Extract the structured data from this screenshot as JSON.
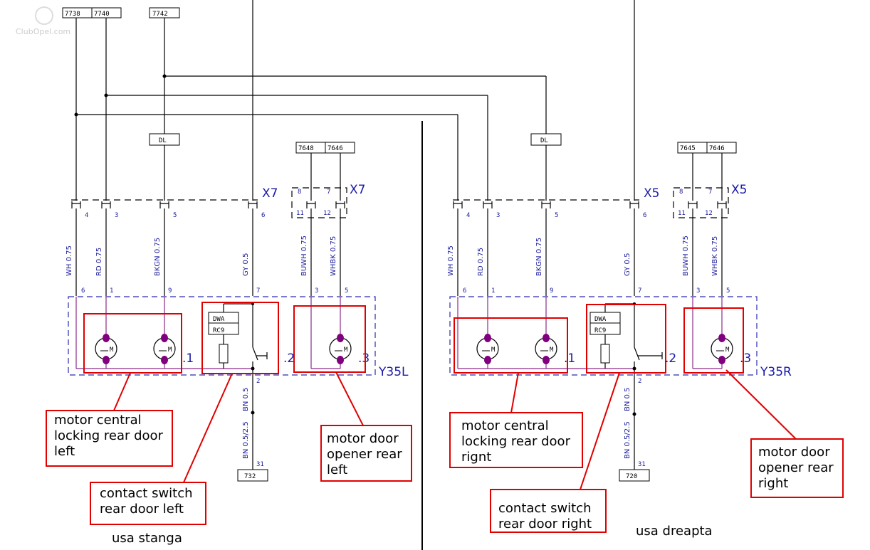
{
  "watermark": "ClubOpel.com",
  "fuses": {
    "top_left_a": "7738",
    "top_left_b": "7740",
    "top_mid": "7742",
    "left_pair_a": "7648",
    "left_pair_b": "7646",
    "right_pair_a": "7645",
    "right_pair_b": "7646",
    "dl_left": "DL",
    "dl_right": "DL",
    "ground_left": "732",
    "ground_right": "720"
  },
  "connectors": {
    "x7_main": "X7",
    "x7_side": "X7",
    "x5_main": "X5",
    "x5_side": "X5",
    "y35l": "Y35L",
    "y35r": "Y35R"
  },
  "pins": {
    "p4": "4",
    "p3": "3",
    "p5": "5",
    "p6": "6",
    "p8": "8",
    "p7": "7",
    "p11": "11",
    "p12": "12",
    "c6": "6",
    "c1": "1",
    "c9": "9",
    "c7": "7",
    "c3": "3",
    "c5": "5",
    "g2": "2",
    "g31": "31"
  },
  "wires": {
    "wh": "WH 0.75",
    "rd": "RD 0.75",
    "bkgn": "BKGN 0.75",
    "gy": "GY 0.5",
    "buwh": "BUWH 0.75",
    "whbk": "WHBK 0.75",
    "bn05": "BN 0.5",
    "bn25": "BN 0.5/2.5"
  },
  "components": {
    "dwa": "DWA",
    "rc9": "RC9",
    "motor": "M",
    "sub1": ".1",
    "sub2": ".2",
    "sub3": ".3"
  },
  "labels": {
    "motor_central_left": [
      "motor central",
      "locking rear door",
      "left"
    ],
    "contact_left": [
      "contact switch",
      "rear door left"
    ],
    "opener_left": [
      "motor door",
      "opener rear",
      "left"
    ],
    "motor_central_right": [
      "motor central",
      "locking rear door",
      "rignt"
    ],
    "contact_right": [
      "contact switch",
      "rear door right"
    ],
    "opener_right": [
      "motor door",
      "opener rear",
      "right"
    ],
    "side_left": "usa stanga",
    "side_right": "usa dreapta"
  }
}
